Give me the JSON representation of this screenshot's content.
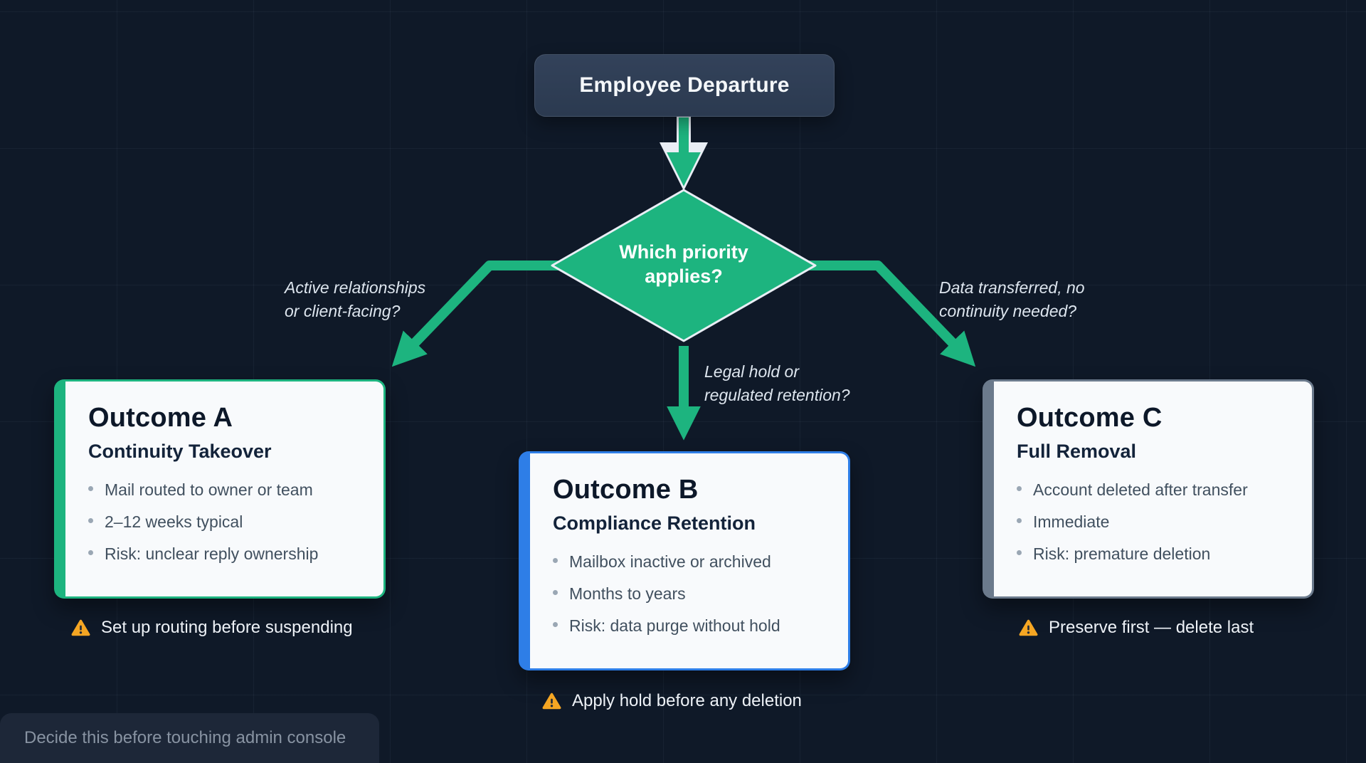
{
  "root": {
    "label": "Employee Departure"
  },
  "decision": {
    "label": "Which priority applies?"
  },
  "branches": {
    "left": "Active relationships\nor client-facing?",
    "middle": "Legal hold or\nregulated retention?",
    "right": "Data transferred, no\ncontinuity needed?"
  },
  "outcomes": [
    {
      "title": "Outcome A",
      "subtitle": "Continuity Takeover",
      "accent": "#1db47f",
      "bullets": [
        "Mail routed to owner or team",
        "2–12 weeks typical",
        "Risk: unclear reply ownership"
      ],
      "warning": "Set up routing before suspending"
    },
    {
      "title": "Outcome B",
      "subtitle": "Compliance Retention",
      "accent": "#2e7ee7",
      "bullets": [
        "Mailbox inactive or archived",
        "Months to years",
        "Risk: data purge without hold"
      ],
      "warning": "Apply hold before any deletion"
    },
    {
      "title": "Outcome C",
      "subtitle": "Full Removal",
      "accent": "#6b7a8c",
      "bullets": [
        "Account deleted after transfer",
        "Immediate",
        "Risk: premature deletion"
      ],
      "warning": "Preserve first — delete last"
    }
  ],
  "footnote": "Decide this before touching admin console",
  "colors": {
    "background": "#0f1928",
    "node_fill": "#2e3c51",
    "flow_green": "#1db47f",
    "accent_blue": "#2e7ee7",
    "accent_slate": "#6b7a8c",
    "warning_orange": "#f5a623",
    "card_background": "#f8fafc"
  }
}
